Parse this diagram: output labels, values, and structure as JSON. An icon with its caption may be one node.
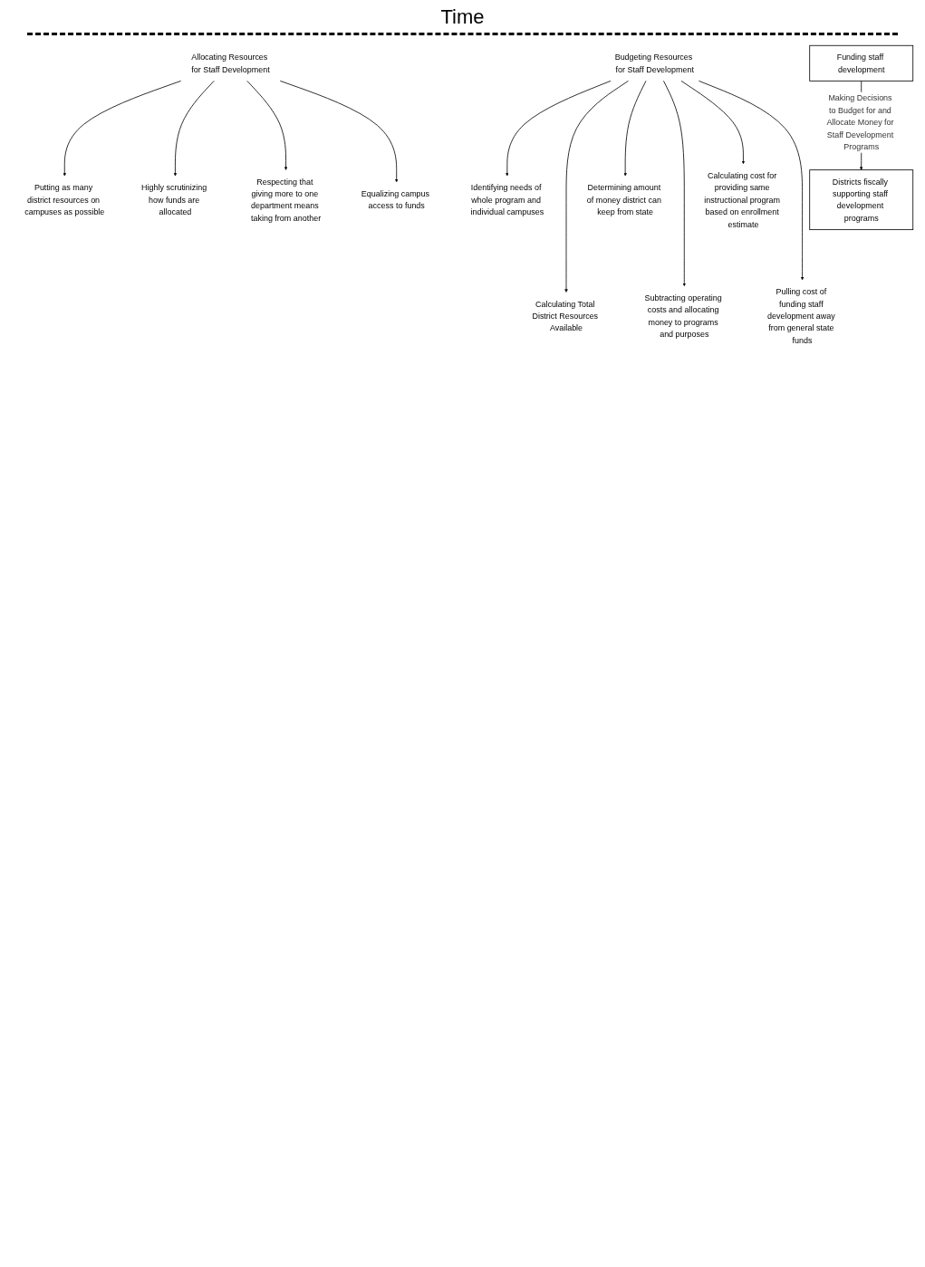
{
  "diagram": {
    "nodes": [
      {
        "text": [
          "Budgeting Resources for Staff Development"
        ]
      },
      {
        "text": [
          "Identifying needs of whole program and individual campuses"
        ]
      },
      {
        "text": [
          "Calculating Total District Resources Available"
        ]
      },
      {
        "text": [
          "Determining amount of money district can keep from state"
        ]
      },
      {
        "text": [
          "Subtracting operating costs and allocating money to programs and purposes"
        ]
      },
      {
        "text": [
          "Calculating cost for providing same instructional program based on enrollment estimate"
        ]
      },
      {
        "text": [
          "Pulling cost of funding staff development away from general state funds"
        ]
      },
      {
        "text": [
          "Allocating Resources for Staff Development"
        ]
      },
      {
        "text": [
          "Putting as many district resources on campuses as possible"
        ]
      },
      {
        "text": [
          "Highly scrutinizing how funds are allocated"
        ]
      },
      {
        "text": [
          "Respecting that giving more to one department means taking from another"
        ]
      },
      {
        "text": [
          "Equalizing campus access to funds"
        ]
      },
      {
        "text": [
          "Funding staff development"
        ]
      },
      {
        "text": [
          "Districts fiscally supporting staff development programs"
        ]
      }
    ],
    "edges": [
      {
        "from": 0,
        "to": 1,
        "arrow": "to"
      },
      {
        "from": 0,
        "to": 2,
        "arrow": "to"
      },
      {
        "from": 0,
        "to": 3,
        "arrow": "to"
      },
      {
        "from": 0,
        "to": 4,
        "arrow": "to"
      },
      {
        "from": 0,
        "to": 5,
        "arrow": "to"
      },
      {
        "from": 0,
        "to": 6,
        "arrow": "to"
      },
      {
        "from": 7,
        "to": 8,
        "arrow": "to"
      },
      {
        "from": 7,
        "to": 9,
        "arrow": "to"
      },
      {
        "from": 7,
        "to": 10,
        "arrow": "to"
      },
      {
        "from": 7,
        "to": 11,
        "arrow": "to"
      },
      {
        "from": 12,
        "to": 13,
        "label": "Making Decisions to Budget for and Allocate Money for Staff Development Programs",
        "arrow": "to"
      }
    ],
    "labels": [
      "Time"
    ]
  }
}
